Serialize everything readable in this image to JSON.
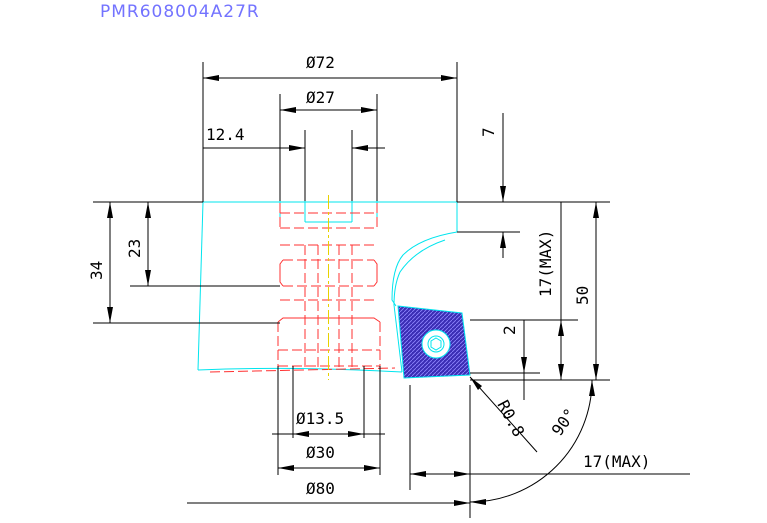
{
  "title": "PMR608004A27R",
  "dimensions": {
    "d72": "Ø72",
    "d27": "Ø27",
    "d13_5": "Ø13.5",
    "d30": "Ø30",
    "d80": "Ø80",
    "w12_4": "12.4",
    "h7": "7",
    "h34": "34",
    "h23": "23",
    "h17max_v": "17(MAX)",
    "h50": "50",
    "h2": "2",
    "r0_8": "R0.8",
    "a90": "90°",
    "h17max_h": "17(MAX)"
  },
  "colors": {
    "outline": "#00e5ee",
    "hidden": "#ff3030",
    "center": "#e8d200",
    "insert": "#3a2db4",
    "title": "#7373ff"
  }
}
